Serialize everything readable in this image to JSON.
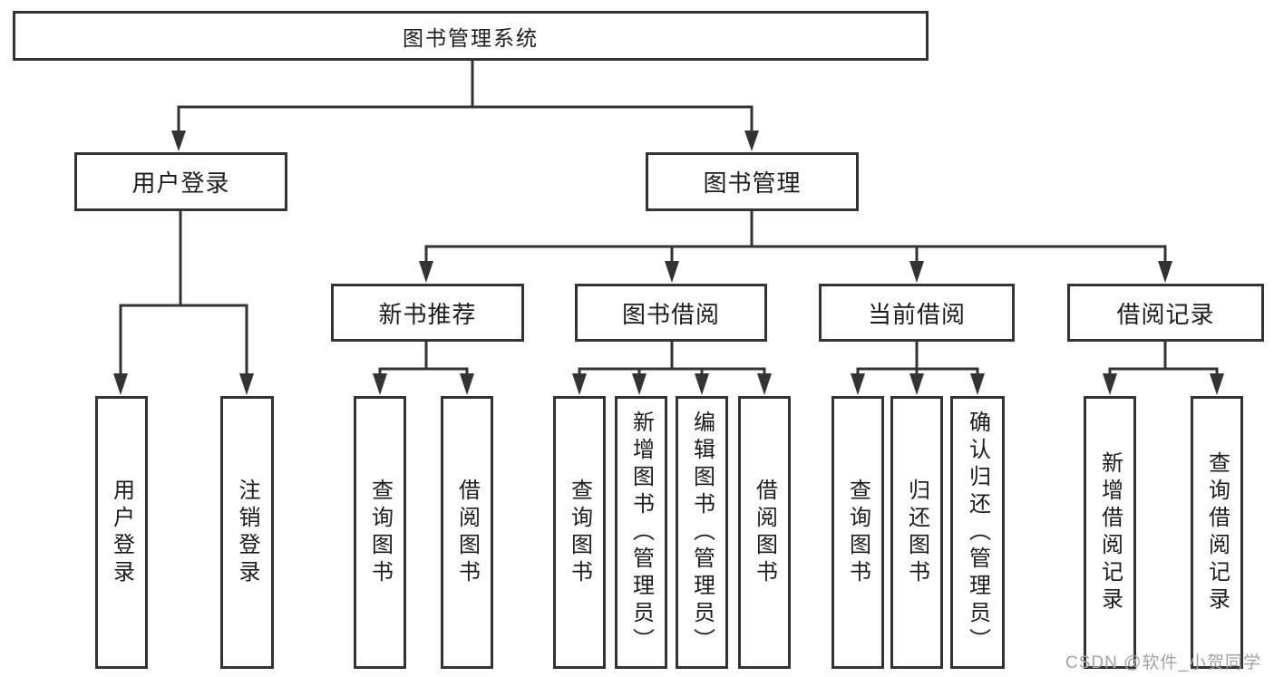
{
  "diagram": {
    "root": {
      "label": "图书管理系统"
    },
    "branches": [
      {
        "label": "用户登录",
        "children": [
          {
            "label": "用户登录"
          },
          {
            "label": "注销登录"
          }
        ]
      },
      {
        "label": "图书管理",
        "children": [
          {
            "label": "新书推荐",
            "children": [
              {
                "label": "查询图书"
              },
              {
                "label": "借阅图书"
              }
            ]
          },
          {
            "label": "图书借阅",
            "children": [
              {
                "label": "查询图书"
              },
              {
                "label": "新增图书（管理员）"
              },
              {
                "label": "编辑图书（管理员）"
              },
              {
                "label": "借阅图书"
              }
            ]
          },
          {
            "label": "当前借阅",
            "children": [
              {
                "label": "查询图书"
              },
              {
                "label": "归还图书"
              },
              {
                "label": "确认归还（管理员）"
              }
            ]
          },
          {
            "label": "借阅记录",
            "children": [
              {
                "label": "新增借阅记录"
              },
              {
                "label": "查询借阅记录"
              }
            ]
          }
        ]
      }
    ]
  },
  "watermark": {
    "text": "CSDN @软件_小贺同学"
  },
  "colors": {
    "line": "#333333",
    "text": "#1c1c1c",
    "box_bg": "#ffffff",
    "page_bg": "#ffffff",
    "watermark": "#a3a3a3"
  }
}
